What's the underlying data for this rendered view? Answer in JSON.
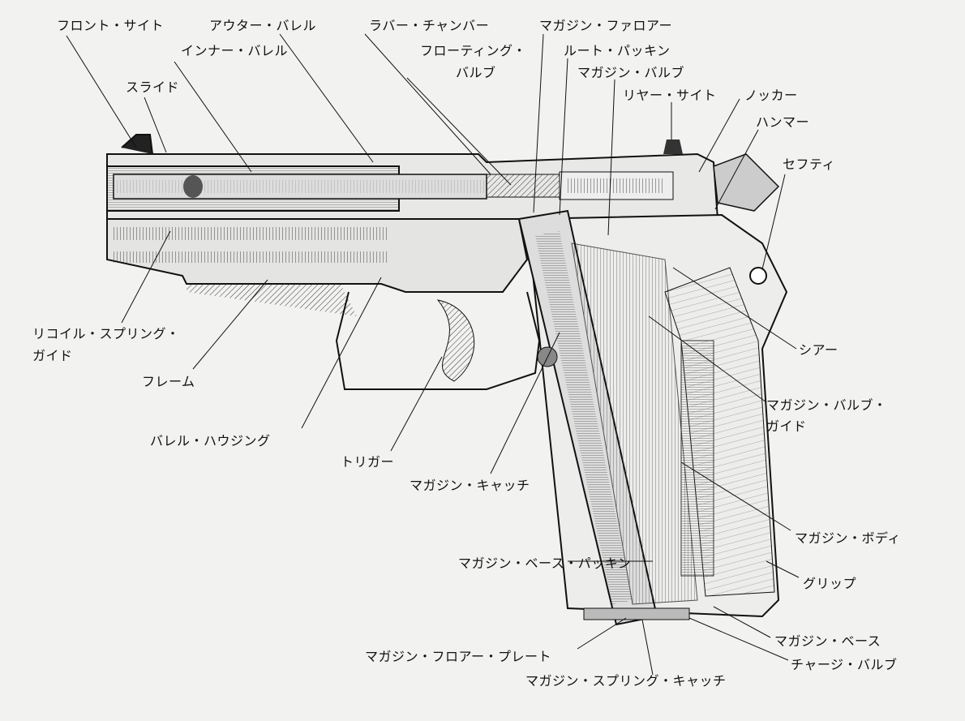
{
  "labels": {
    "front_sight": "フロント・サイト",
    "outer_barrel": "アウター・バレル",
    "rubber_chamber": "ラバー・チャンバー",
    "magazine_follower": "マガジン・ファロアー",
    "inner_barrel": "インナー・バレル",
    "floating_valve_1": "フローティング・",
    "floating_valve_2": "バルブ",
    "root_packing": "ルート・パッキン",
    "magazine_valve": "マガジン・バルブ",
    "slide": "スライド",
    "rear_sight": "リヤー・サイト",
    "knocker": "ノッカー",
    "hammer": "ハンマー",
    "safety": "セフティ",
    "recoil_spring_guide_1": "リコイル・スプリング・",
    "recoil_spring_guide_2": "ガイド",
    "sear": "シアー",
    "frame": "フレーム",
    "magazine_valve_guide_1": "マガジン・バルブ・",
    "magazine_valve_guide_2": "ガイド",
    "barrel_housing": "バレル・ハウジング",
    "trigger": "トリガー",
    "magazine_catch": "マガジン・キャッチ",
    "magazine_body": "マガジン・ボディ",
    "magazine_base_packing": "マガジン・ベース・パッキン",
    "grip": "グリップ",
    "magazine_base": "マガジン・ベース",
    "magazine_floor_plate": "マガジン・フロアー・プレート",
    "charge_valve": "チャージ・バルブ",
    "magazine_spring_catch": "マガジン・スプリング・キャッチ"
  }
}
